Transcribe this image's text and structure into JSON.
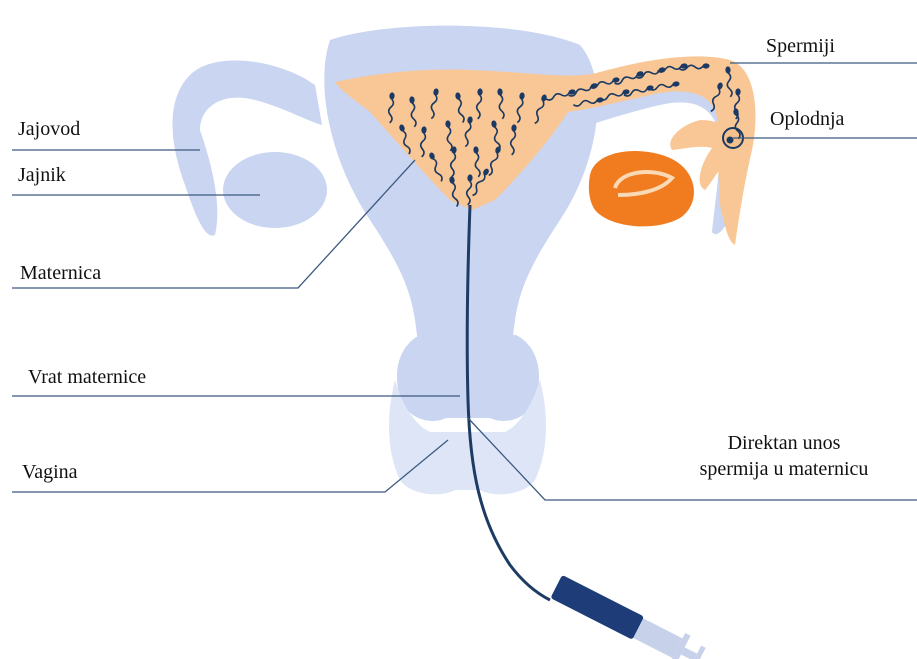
{
  "labels": {
    "jajovod": "Jajovod",
    "jajnik": "Jajnik",
    "maternica": "Maternica",
    "vrat_maternice": "Vrat maternice",
    "vagina": "Vagina",
    "spermiji": "Spermiji",
    "oplodnja": "Oplodnja",
    "direktan_line1": "Direktan unos",
    "direktan_line2": "spermija u maternicu"
  },
  "colors": {
    "organ_blue": "#c9d5f1",
    "organ_blue_light": "#dde5f7",
    "uterus_peach": "#f9c796",
    "ovary_orange": "#f07c1f",
    "sperm_navy": "#1b3a63",
    "leader_line": "#3d5a80",
    "catheter": "#1d3b63",
    "syringe_dark": "#1d3c78",
    "syringe_light": "#c7d1ea"
  },
  "icons": {
    "sperm": "sperm-icon",
    "egg": "egg-cell-icon",
    "syringe": "syringe-icon"
  }
}
